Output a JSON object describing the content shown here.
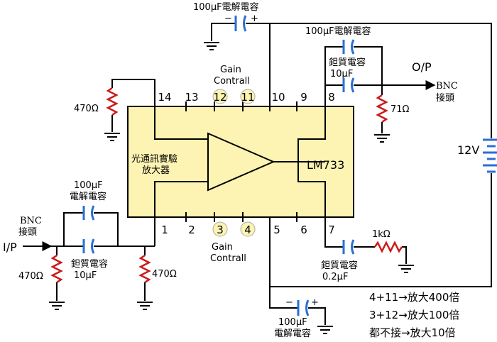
{
  "chip": {
    "name": "LM733",
    "inner_label_line1": "光通訊實驗",
    "inner_label_line2": "放大器",
    "fill_color": "#fdf3b3",
    "pins_top": [
      "14",
      "13",
      "12",
      "11",
      "10",
      "9",
      "8"
    ],
    "pins_bottom": [
      "1",
      "2",
      "3",
      "4",
      "5",
      "6",
      "7"
    ]
  },
  "gain_top": {
    "line1": "Gain",
    "line2": "Contrall"
  },
  "gain_bottom": {
    "line1": "Gain",
    "line2": "Contrall"
  },
  "cap_top": "100μF電解電容",
  "cap_right_elec": "100μF電解電容",
  "cap_right_tant_line1": "鉭質電容",
  "cap_right_tant_line2": "10μF",
  "cap_left_elec_line1": "100μF",
  "cap_left_elec_line2": "電解電容",
  "cap_left_tant_line1": "鉭質電容",
  "cap_left_tant_line2": "10μF",
  "cap_bottom_line1": "100μF",
  "cap_bottom_line2": "電解電容",
  "cap_pin7_line1": "鉭質電容",
  "cap_pin7_line2": "0.2μF",
  "res_top_left": "470Ω",
  "res_in_left": "470Ω",
  "res_in_right": "470Ω",
  "res_out": "71Ω",
  "res_pin7": "1kΩ",
  "output": {
    "label": "O/P",
    "bnc_line1": "BNC",
    "bnc_line2": "接頭"
  },
  "input": {
    "label": "I/P",
    "bnc_line1": "BNC",
    "bnc_line2": "接頭"
  },
  "supply": "12V",
  "cap_polarity_minus": "−",
  "cap_polarity_plus": "+",
  "notes": [
    "4+11→放大400倍",
    "3+12→放大100倍",
    "都不接→放大10倍"
  ],
  "colors": {
    "capacitor": "#2a6fd6",
    "resistor": "#cc1a1a",
    "gain_circle": "#fdf3b3"
  }
}
